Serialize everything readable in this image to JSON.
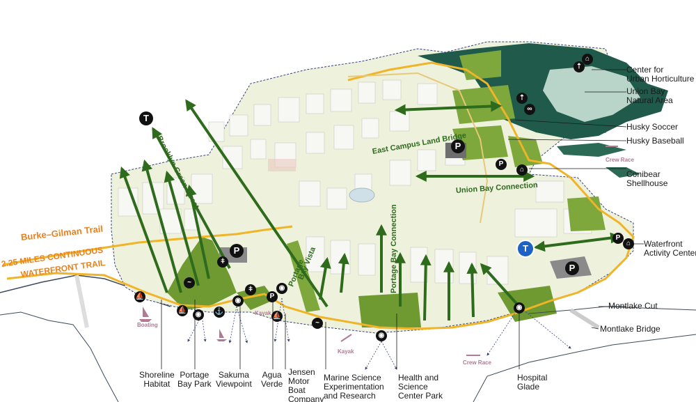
{
  "map": {
    "trails": {
      "burke_gilman": "Burke–Gilman Trail",
      "waterfront_line1": "2.25 MILES CONTINUOUS",
      "waterfront_line2": "WATERFRONT TRAIL"
    },
    "corridors": {
      "brooklyn": "Brooklyn Green Street",
      "east_campus": "East Campus Land Bridge",
      "union_bay": "Union Bay Connection",
      "portage_bay_vista_1": "Portage",
      "portage_bay_vista_2": "Bay Vista",
      "portage_bay_connection": "Portage Bay Connection"
    },
    "activities": {
      "boating": "Boating",
      "kayak_1": "Kayak",
      "kayak_2": "Kayak",
      "crew_race_1": "Crew Race",
      "crew_race_2": "Crew Race"
    },
    "right_labels": {
      "horticulture_1": "Center for",
      "horticulture_2": "Urban Horticulture",
      "natural_area_1": "Union Bay",
      "natural_area_2": "Natural Area",
      "soccer": "Husky Soccer",
      "baseball": "Husky  Baseball",
      "conibear_1": "Conibear",
      "conibear_2": "Shellhouse",
      "waterfront_center_1": "Waterfront",
      "waterfront_center_2": "Activity Center",
      "montlake_cut": "Montlake Cut",
      "montlake_bridge": "Montlake Bridge"
    },
    "bottom_labels": {
      "shoreline_1": "Shoreline",
      "shoreline_2": "Habitat",
      "portage_park_1": "Portage",
      "portage_park_2": "Bay Park",
      "sakuma_1": "Sakuma",
      "sakuma_2": "Viewpoint",
      "agua_1": "Agua",
      "agua_2": "Verde",
      "jensen_1": "Jensen",
      "jensen_2": "Motor",
      "jensen_3": "Boat",
      "jensen_4": "Company",
      "marine_1": "Marine Science",
      "marine_2": "Experimentation",
      "marine_3": "and Research",
      "health_1": "Health and",
      "health_2": "Science",
      "health_3": "Center Park",
      "hospital_1": "Hospital",
      "hospital_2": "Glade"
    },
    "icons": {
      "parking": "P",
      "transit": "T",
      "light_rail": "T"
    },
    "colors": {
      "water": "#ffffff",
      "campus": "#eef1dc",
      "park": "#6f9a32",
      "forest": "#1f5a4a",
      "arrow": "#2f6b1d",
      "trail": "#f0b428",
      "burke_orange": "#e8821e",
      "shore": "#3c4a5a"
    }
  }
}
